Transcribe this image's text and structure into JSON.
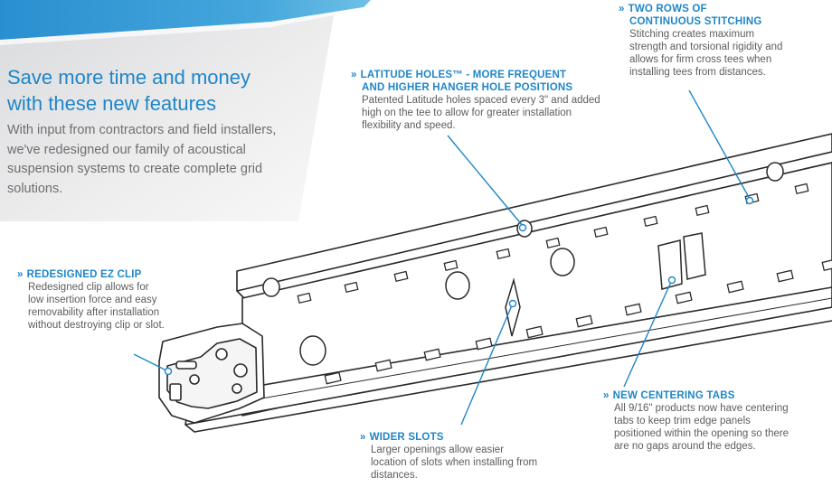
{
  "intro": {
    "headline_line1": "Save more time and money",
    "headline_line2": "with these new features",
    "body": "With input from contractors and field installers, we've redesigned our family of acoustical suspension systems to create complete grid solutions."
  },
  "callouts": {
    "latitude": {
      "chevron": "»",
      "title_line1": "LATITUDE HOLES™ - MORE FREQUENT",
      "title_line2": "AND HIGHER HANGER HOLE POSITIONS",
      "body": "Patented Latitude holes spaced every 3\" and added high on the tee to allow for greater installation flexibility and speed."
    },
    "stitching": {
      "chevron": "»",
      "title_line1": "TWO ROWS OF",
      "title_line2": "CONTINUOUS STITCHING",
      "body": "Stitching creates maximum strength and torsional rigidity and allows for firm cross tees when installing tees from distances."
    },
    "ez_clip": {
      "chevron": "»",
      "title": "REDESIGNED EZ CLIP",
      "body": "Redesigned clip allows for low insertion force and easy removability after installation without destroying clip or slot."
    },
    "centering": {
      "chevron": "»",
      "title": "NEW CENTERING TABS",
      "body": "All 9/16\" products now have centering tabs to keep trim edge panels positioned within the opening so there are no gaps around the edges."
    },
    "slots": {
      "chevron": "»",
      "title": "WIDER SLOTS",
      "body": "Larger openings allow easier location of slots when installing from distances."
    }
  },
  "colors": {
    "accent": "#1f86c8",
    "text_gray": "#5d5d5d",
    "panel_gray": "#e4e5e7",
    "panel_blue": "#2b91cf"
  }
}
